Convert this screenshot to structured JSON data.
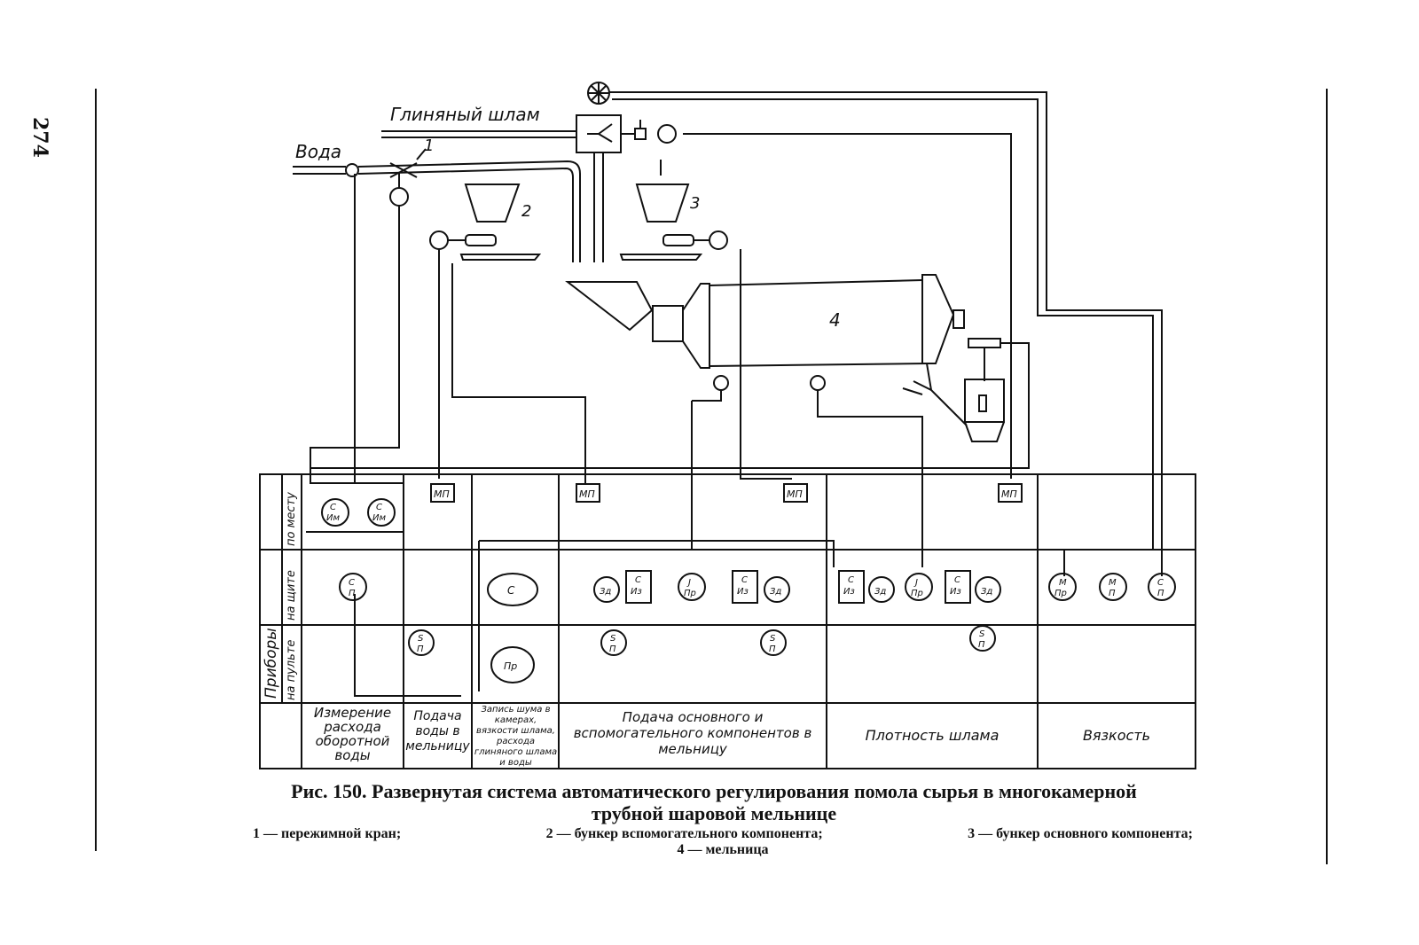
{
  "page_number": "274",
  "labels": {
    "clay_slurry": "Глиняный шлам",
    "water": "Вода",
    "n1": "1",
    "n2": "2",
    "n3": "3",
    "n4": "4"
  },
  "rows": {
    "group": "Приборы",
    "local": "по месту",
    "board": "на щите",
    "console": "на пульте"
  },
  "instruments": {
    "c_im": [
      "С",
      "Им"
    ],
    "c_p": [
      "С",
      "П"
    ],
    "mp": "МП",
    "c": "С",
    "pr": "Пр",
    "s_p": [
      "S",
      "П"
    ],
    "zd": "Зд",
    "c_iz": [
      "С",
      "Из"
    ],
    "j_pr": [
      "J",
      "Пр"
    ],
    "m_pr": [
      "М",
      "Пр"
    ],
    "m_p": [
      "М",
      "П"
    ]
  },
  "columns": [
    {
      "id": "water-measure",
      "label": "Измерение расхода оборотной воды"
    },
    {
      "id": "water-feed",
      "label": "Подача воды в мельницу"
    },
    {
      "id": "noise-record",
      "label": "Запись шума в камерах, вязкости шлама, расхода глиняного шлама и воды"
    },
    {
      "id": "component-feed",
      "label": "Подача основного и вспомогательного компонентов в мельницу"
    },
    {
      "id": "density",
      "label": "Плотность шлама"
    },
    {
      "id": "viscosity",
      "label": "Вязкость"
    }
  ],
  "caption": {
    "title": "Рис. 150. Развернутая система автоматического регулирования помола сырья в многокамерной трубной шаровой мельнице",
    "legend_1": "1 — пережимной кран;",
    "legend_2": "2 — бункер вспомогательного компонента;",
    "legend_3": "3 — бункер основного компонента;",
    "legend_4": "4 — мельница"
  }
}
